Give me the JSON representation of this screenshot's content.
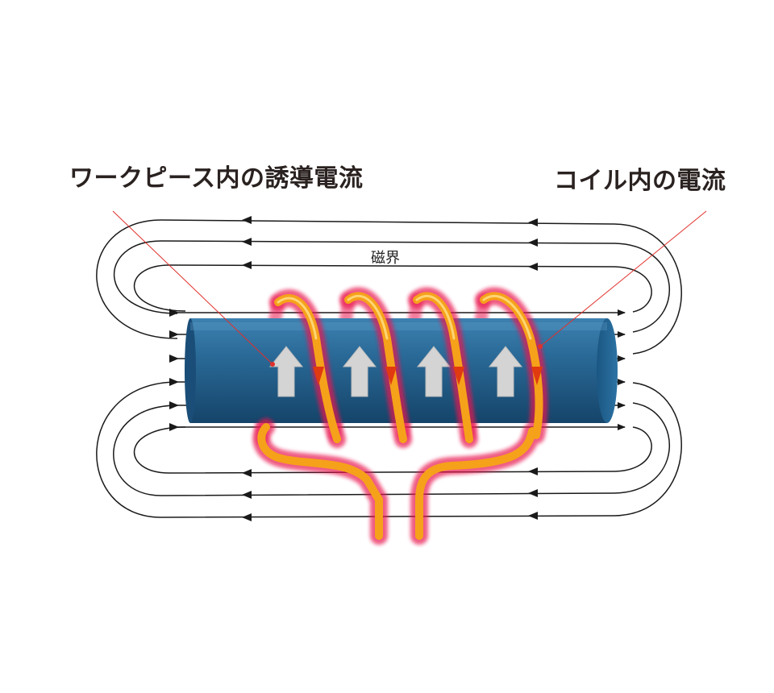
{
  "labels": {
    "workpiece_current": "ワークピース内の誘導電流",
    "coil_current": "コイル内の電流",
    "magnetic_field": "磁界"
  },
  "colors": {
    "workpiece": "#1f5a86",
    "workpiece_highlight": "#3b7fae",
    "coil_core": "#f6a11a",
    "coil_glow": "#e9174f",
    "field_lines": "#1a1a1a",
    "pointer_lines": "#e0302b",
    "arrow_fill": "#d4d4d4"
  },
  "icons": [
    "field-arrow-icon",
    "current-up-arrow-icon",
    "coil-down-arrow-icon"
  ]
}
